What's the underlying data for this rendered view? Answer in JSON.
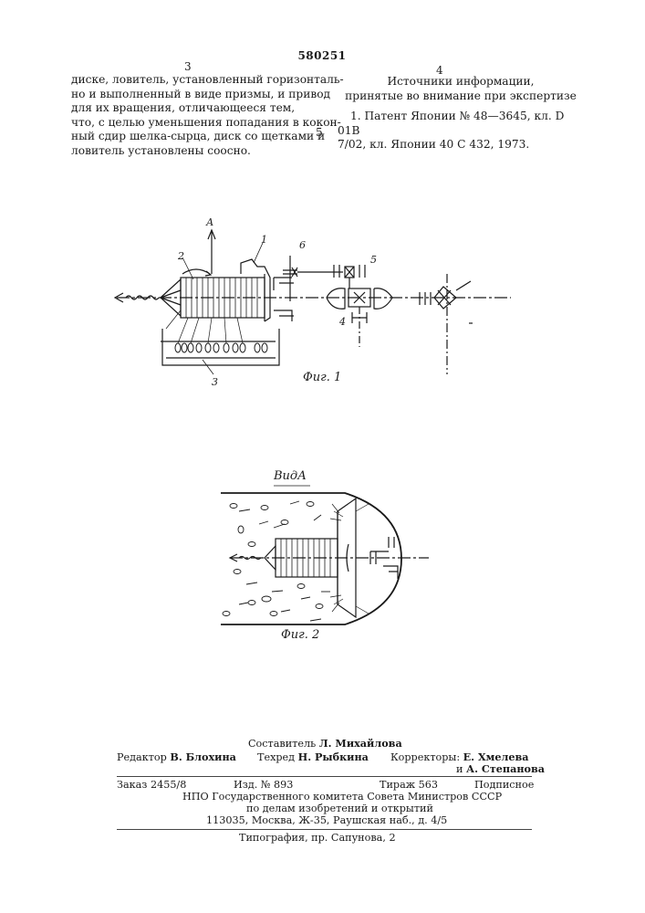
{
  "header": {
    "patent_number": "580251",
    "col_left_number": "3",
    "col_right_number": "4"
  },
  "left_text": {
    "lines": [
      "диске, ловитель, установленный горизонталь-",
      "но и выполненный в виде призмы, и привод",
      "для их вращения, отличающееся тем,",
      "что, с целью уменьшения попадания в кокон-",
      "ный сдир шелка-сырца, диск со щетками и",
      "ловитель установлены соосно."
    ]
  },
  "right_text": {
    "heading_line1": "Источники информации,",
    "heading_line2": "принятые во внимание при экспертизе",
    "ref_line1": "1. Патент Японии № 48—3645, кл. D 01B",
    "ref_line2": "7/02, кл. Японии 40 С 432, 1973.",
    "margin_number": "5"
  },
  "figure1": {
    "view_arrow_label": "А",
    "label_1": "1",
    "label_2": "2",
    "label_3": "3",
    "label_4": "4",
    "label_5": "5",
    "label_6": "6",
    "caption": "Фиг. 1"
  },
  "figure2": {
    "view_title": "ВидА",
    "caption": "Фиг. 2"
  },
  "imprint": {
    "compiler_label": "Составитель",
    "compiler_name": "Л. Михайлова",
    "editor_label": "Редактор",
    "editor_name": "В. Блохина",
    "techred_label": "Техред",
    "techred_name": "Н. Рыбкина",
    "correctors_label": "Корректоры:",
    "corrector1": "Е. Хмелева",
    "corrector2_prefix": "и",
    "corrector2": "А. Степанова",
    "order": "Заказ 2455/8",
    "edition": "Изд. № 893",
    "circulation": "Тираж 563",
    "subscription": "Подписное",
    "org_line1": "НПО Государственного комитета Совета Министров СССР",
    "org_line2": "по делам изобретений и открытий",
    "address": "113035, Москва, Ж-35, Раушская наб., д. 4/5",
    "printing": "Типография, пр. Сапунова, 2"
  }
}
